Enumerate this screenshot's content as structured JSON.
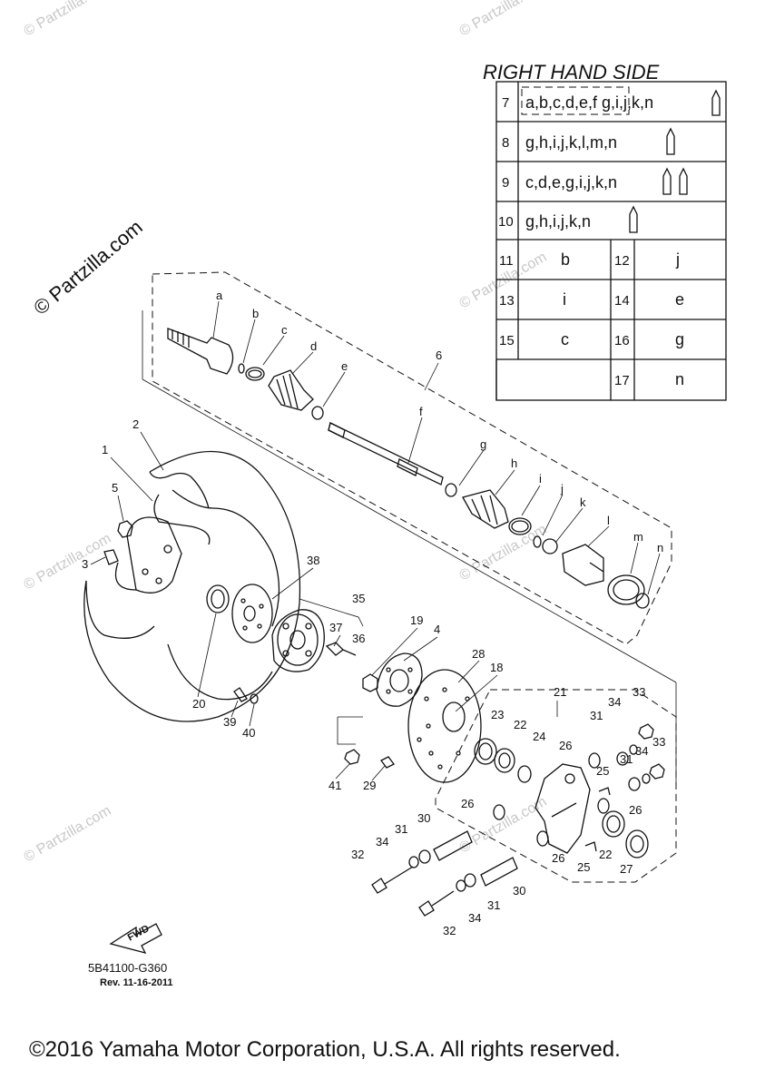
{
  "watermark": "© Partzilla.com",
  "table": {
    "title": "RIGHT HAND SIDE",
    "rows": [
      {
        "num": "7",
        "text": "a,b,c,d,e,f g,i,j,k,n"
      },
      {
        "num": "8",
        "text": "g,h,i,j,k,l,m,n"
      },
      {
        "num": "9",
        "text": "c,d,e,g,i,j,k,n"
      },
      {
        "num": "10",
        "text": "g,h,i,j,k,n"
      }
    ],
    "pairs": [
      {
        "num": "11",
        "val": "b",
        "num2": "12",
        "val2": "j"
      },
      {
        "num": "13",
        "val": "i",
        "num2": "14",
        "val2": "e"
      },
      {
        "num": "15",
        "val": "c",
        "num2": "16",
        "val2": "g"
      },
      {
        "num2": "17",
        "val2": "n"
      }
    ]
  },
  "letters": {
    "a": "a",
    "b": "b",
    "c": "c",
    "d": "d",
    "e": "e",
    "f": "f",
    "g": "g",
    "h": "h",
    "i": "i",
    "j": "j",
    "k": "k",
    "l": "l",
    "m": "m",
    "n": "n"
  },
  "callouts": {
    "p1": "1",
    "p2": "2",
    "p3": "3",
    "p4": "4",
    "p5": "5",
    "p6": "6",
    "p18": "18",
    "p19": "19",
    "p20": "20",
    "p21": "21",
    "p22a": "22",
    "p22b": "22",
    "p23": "23",
    "p24": "24",
    "p25a": "25",
    "p25b": "25",
    "p26a": "26",
    "p26b": "26",
    "p26c": "26",
    "p26d": "26",
    "p27": "27",
    "p28": "28",
    "p29": "29",
    "p30a": "30",
    "p30b": "30",
    "p31a": "31",
    "p31b": "31",
    "p31c": "31",
    "p31d": "31",
    "p32a": "32",
    "p32b": "32",
    "p33a": "33",
    "p33b": "33",
    "p34a": "34",
    "p34b": "34",
    "p34c": "34",
    "p34d": "34",
    "p35": "35",
    "p36": "36",
    "p37": "37",
    "p38": "38",
    "p39": "39",
    "p40": "40",
    "p41": "41"
  },
  "fwd_label": "FWD",
  "diagram_code": "5B41100-G360",
  "revision": "Rev.  11-16-2011",
  "copyright": "©2016 Yamaha Motor Corporation, U.S.A. All rights reserved."
}
